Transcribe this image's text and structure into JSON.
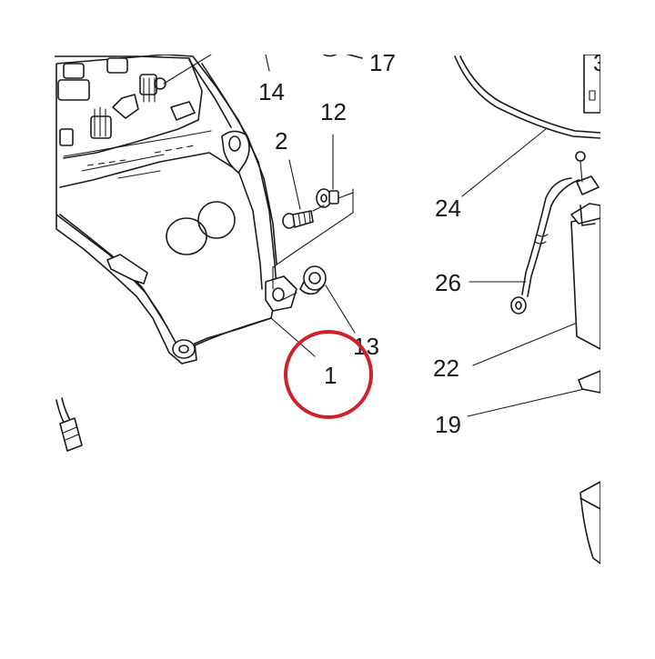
{
  "diagram": {
    "callouts": {
      "c1": "1",
      "c2": "2",
      "c12": "12",
      "c13": "13",
      "c14": "14",
      "c17": "17",
      "c19": "19",
      "c22": "22",
      "c24": "24",
      "c26": "26",
      "c3_partial": "3"
    },
    "highlight": {
      "target_label": "1",
      "color": "#d0202a"
    }
  }
}
